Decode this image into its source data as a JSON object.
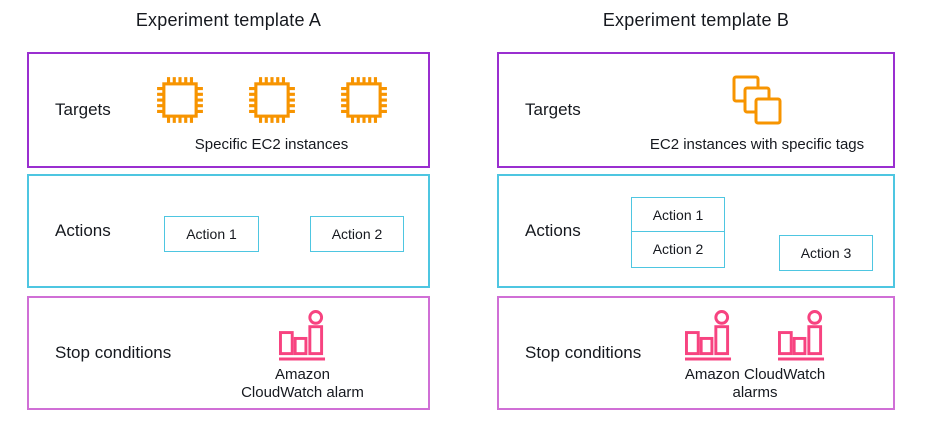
{
  "colors": {
    "targets_border": "#9A2FD0",
    "actions_border": "#4EC6E1",
    "stop_border": "#D06FD6",
    "ec2_icon": "#F79400",
    "alarm_icon": "#F74380",
    "text": "#16191F"
  },
  "icons": {
    "targets_a": "ec2-instance-chip-icon",
    "targets_b": "stacked-tagged-instances-icon",
    "stop": "cloudwatch-alarm-icon"
  },
  "templates": [
    {
      "title": "Experiment template A",
      "targets": {
        "label": "Targets",
        "caption": "Specific EC2 instances",
        "icon_count": 3
      },
      "actions": {
        "label": "Actions",
        "items": [
          "Action 1",
          "Action 2"
        ]
      },
      "stop": {
        "label": "Stop conditions",
        "caption_lines": [
          "Amazon",
          "CloudWatch alarm"
        ],
        "icon_count": 1
      }
    },
    {
      "title": "Experiment template B",
      "targets": {
        "label": "Targets",
        "caption": "EC2 instances with specific tags",
        "icon_count": 1
      },
      "actions": {
        "label": "Actions",
        "items": [
          "Action 1",
          "Action 2",
          "Action 3"
        ]
      },
      "stop": {
        "label": "Stop conditions",
        "caption_lines": [
          "Amazon CloudWatch",
          "alarms"
        ],
        "icon_count": 2
      }
    }
  ]
}
